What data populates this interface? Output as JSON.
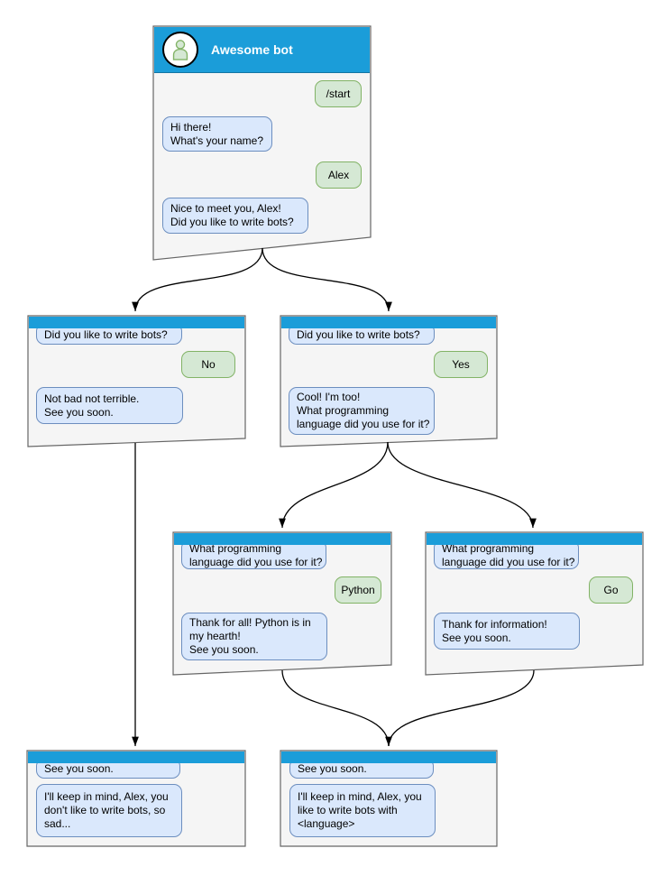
{
  "diagram": {
    "type": "chatbot-conversation-flowchart",
    "colors": {
      "header_blue": "#1b9dd9",
      "bot_bubble_fill": "#dae8fc",
      "bot_bubble_stroke": "#6c8ebf",
      "user_bubble_fill": "#d5e8d4",
      "user_bubble_stroke": "#82b366",
      "window_fill": "#f5f5f5",
      "window_stroke": "#666666",
      "connector": "#000000"
    },
    "windows": [
      {
        "id": "main",
        "title": "Awesome bot",
        "messages": [
          {
            "from": "user",
            "text": "/start"
          },
          {
            "from": "bot",
            "text": "Hi there!\nWhat's your name?"
          },
          {
            "from": "user",
            "text": "Alex"
          },
          {
            "from": "bot",
            "text": "Nice to meet you, Alex!\nDid you like to write bots?"
          }
        ]
      },
      {
        "id": "branch-no",
        "messages": [
          {
            "from": "bot",
            "text": "Did you like to write bots?"
          },
          {
            "from": "user",
            "text": "No"
          },
          {
            "from": "bot",
            "text": "Not bad not terrible.\nSee you soon."
          }
        ]
      },
      {
        "id": "branch-yes",
        "messages": [
          {
            "from": "bot",
            "text": "Did you like to write bots?"
          },
          {
            "from": "user",
            "text": "Yes"
          },
          {
            "from": "bot",
            "text": "Cool! I'm too!\nWhat programming\nlanguage did you use for it?"
          }
        ]
      },
      {
        "id": "branch-python",
        "messages": [
          {
            "from": "bot",
            "text": "What programming\nlanguage did you use for it?"
          },
          {
            "from": "user",
            "text": "Python"
          },
          {
            "from": "bot",
            "text": "Thank for all! Python is in\nmy hearth!\nSee you soon."
          }
        ]
      },
      {
        "id": "branch-go",
        "messages": [
          {
            "from": "bot",
            "text": "What programming\nlanguage did you use for it?"
          },
          {
            "from": "user",
            "text": "Go"
          },
          {
            "from": "bot",
            "text": "Thank for information!\nSee you soon."
          }
        ]
      },
      {
        "id": "end-no",
        "messages": [
          {
            "from": "bot",
            "text": "See you soon."
          },
          {
            "from": "bot",
            "text": "I'll keep in mind, Alex, you\ndon't like to write bots, so\nsad..."
          }
        ]
      },
      {
        "id": "end-yes",
        "messages": [
          {
            "from": "bot",
            "text": "See you soon."
          },
          {
            "from": "bot",
            "text": "I'll keep in mind, Alex, you\nlike to write bots with\n<language>"
          }
        ]
      }
    ]
  }
}
